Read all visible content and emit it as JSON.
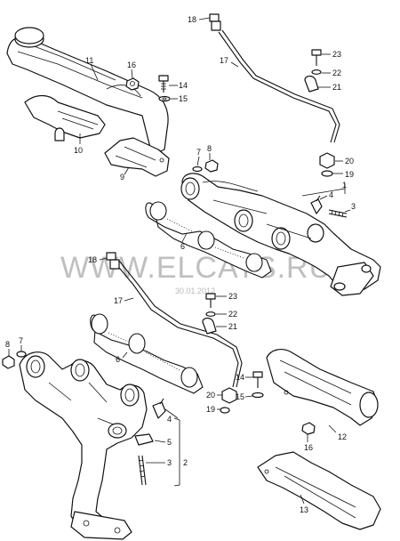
{
  "watermark": "WWW.ELCATS.RU",
  "date_stamp": "30.01.2012",
  "callouts": {
    "c18a": "18",
    "c17a": "17",
    "c23a": "23",
    "c22a": "22",
    "c21a": "21",
    "c20a": "20",
    "c19a": "19",
    "c1": "1",
    "c4a": "4",
    "c3a": "3",
    "c11": "11",
    "c16a": "16",
    "c14a": "14",
    "c15a": "15",
    "c10": "10",
    "c9": "9",
    "c7a": "7",
    "c8a": "8",
    "c6a": "6",
    "c18b": "18",
    "c17b": "17",
    "c23b": "23",
    "c22b": "22",
    "c21b": "21",
    "c6b": "6",
    "c8b": "8",
    "c7b": "7",
    "c20b": "20",
    "c19b": "19",
    "c14b": "14",
    "c15b": "15",
    "c4b": "4",
    "c5": "5",
    "c3b": "3",
    "c2": "2",
    "c16b": "16",
    "c12": "12",
    "c13": "13"
  }
}
